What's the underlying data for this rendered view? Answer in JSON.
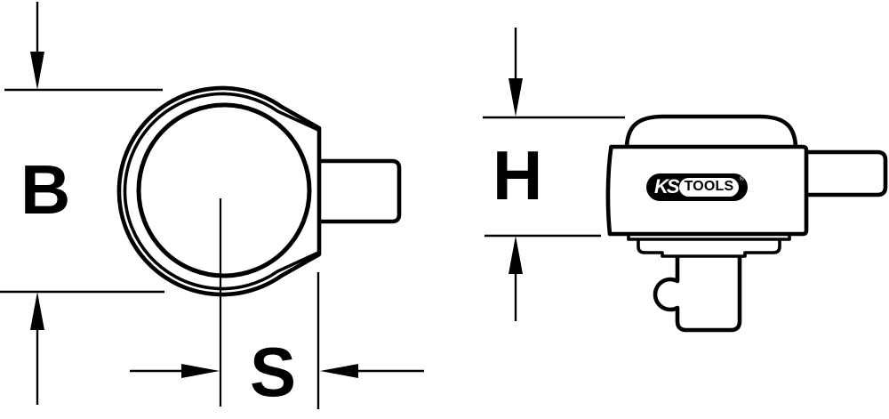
{
  "drawing": {
    "dimension_labels": {
      "b": "B",
      "s": "S",
      "h": "H"
    },
    "logo": {
      "ks": "KS",
      "tools": "TOOLS",
      "registered": "®"
    },
    "colors": {
      "line": "#000000",
      "background": "#ffffff"
    }
  }
}
